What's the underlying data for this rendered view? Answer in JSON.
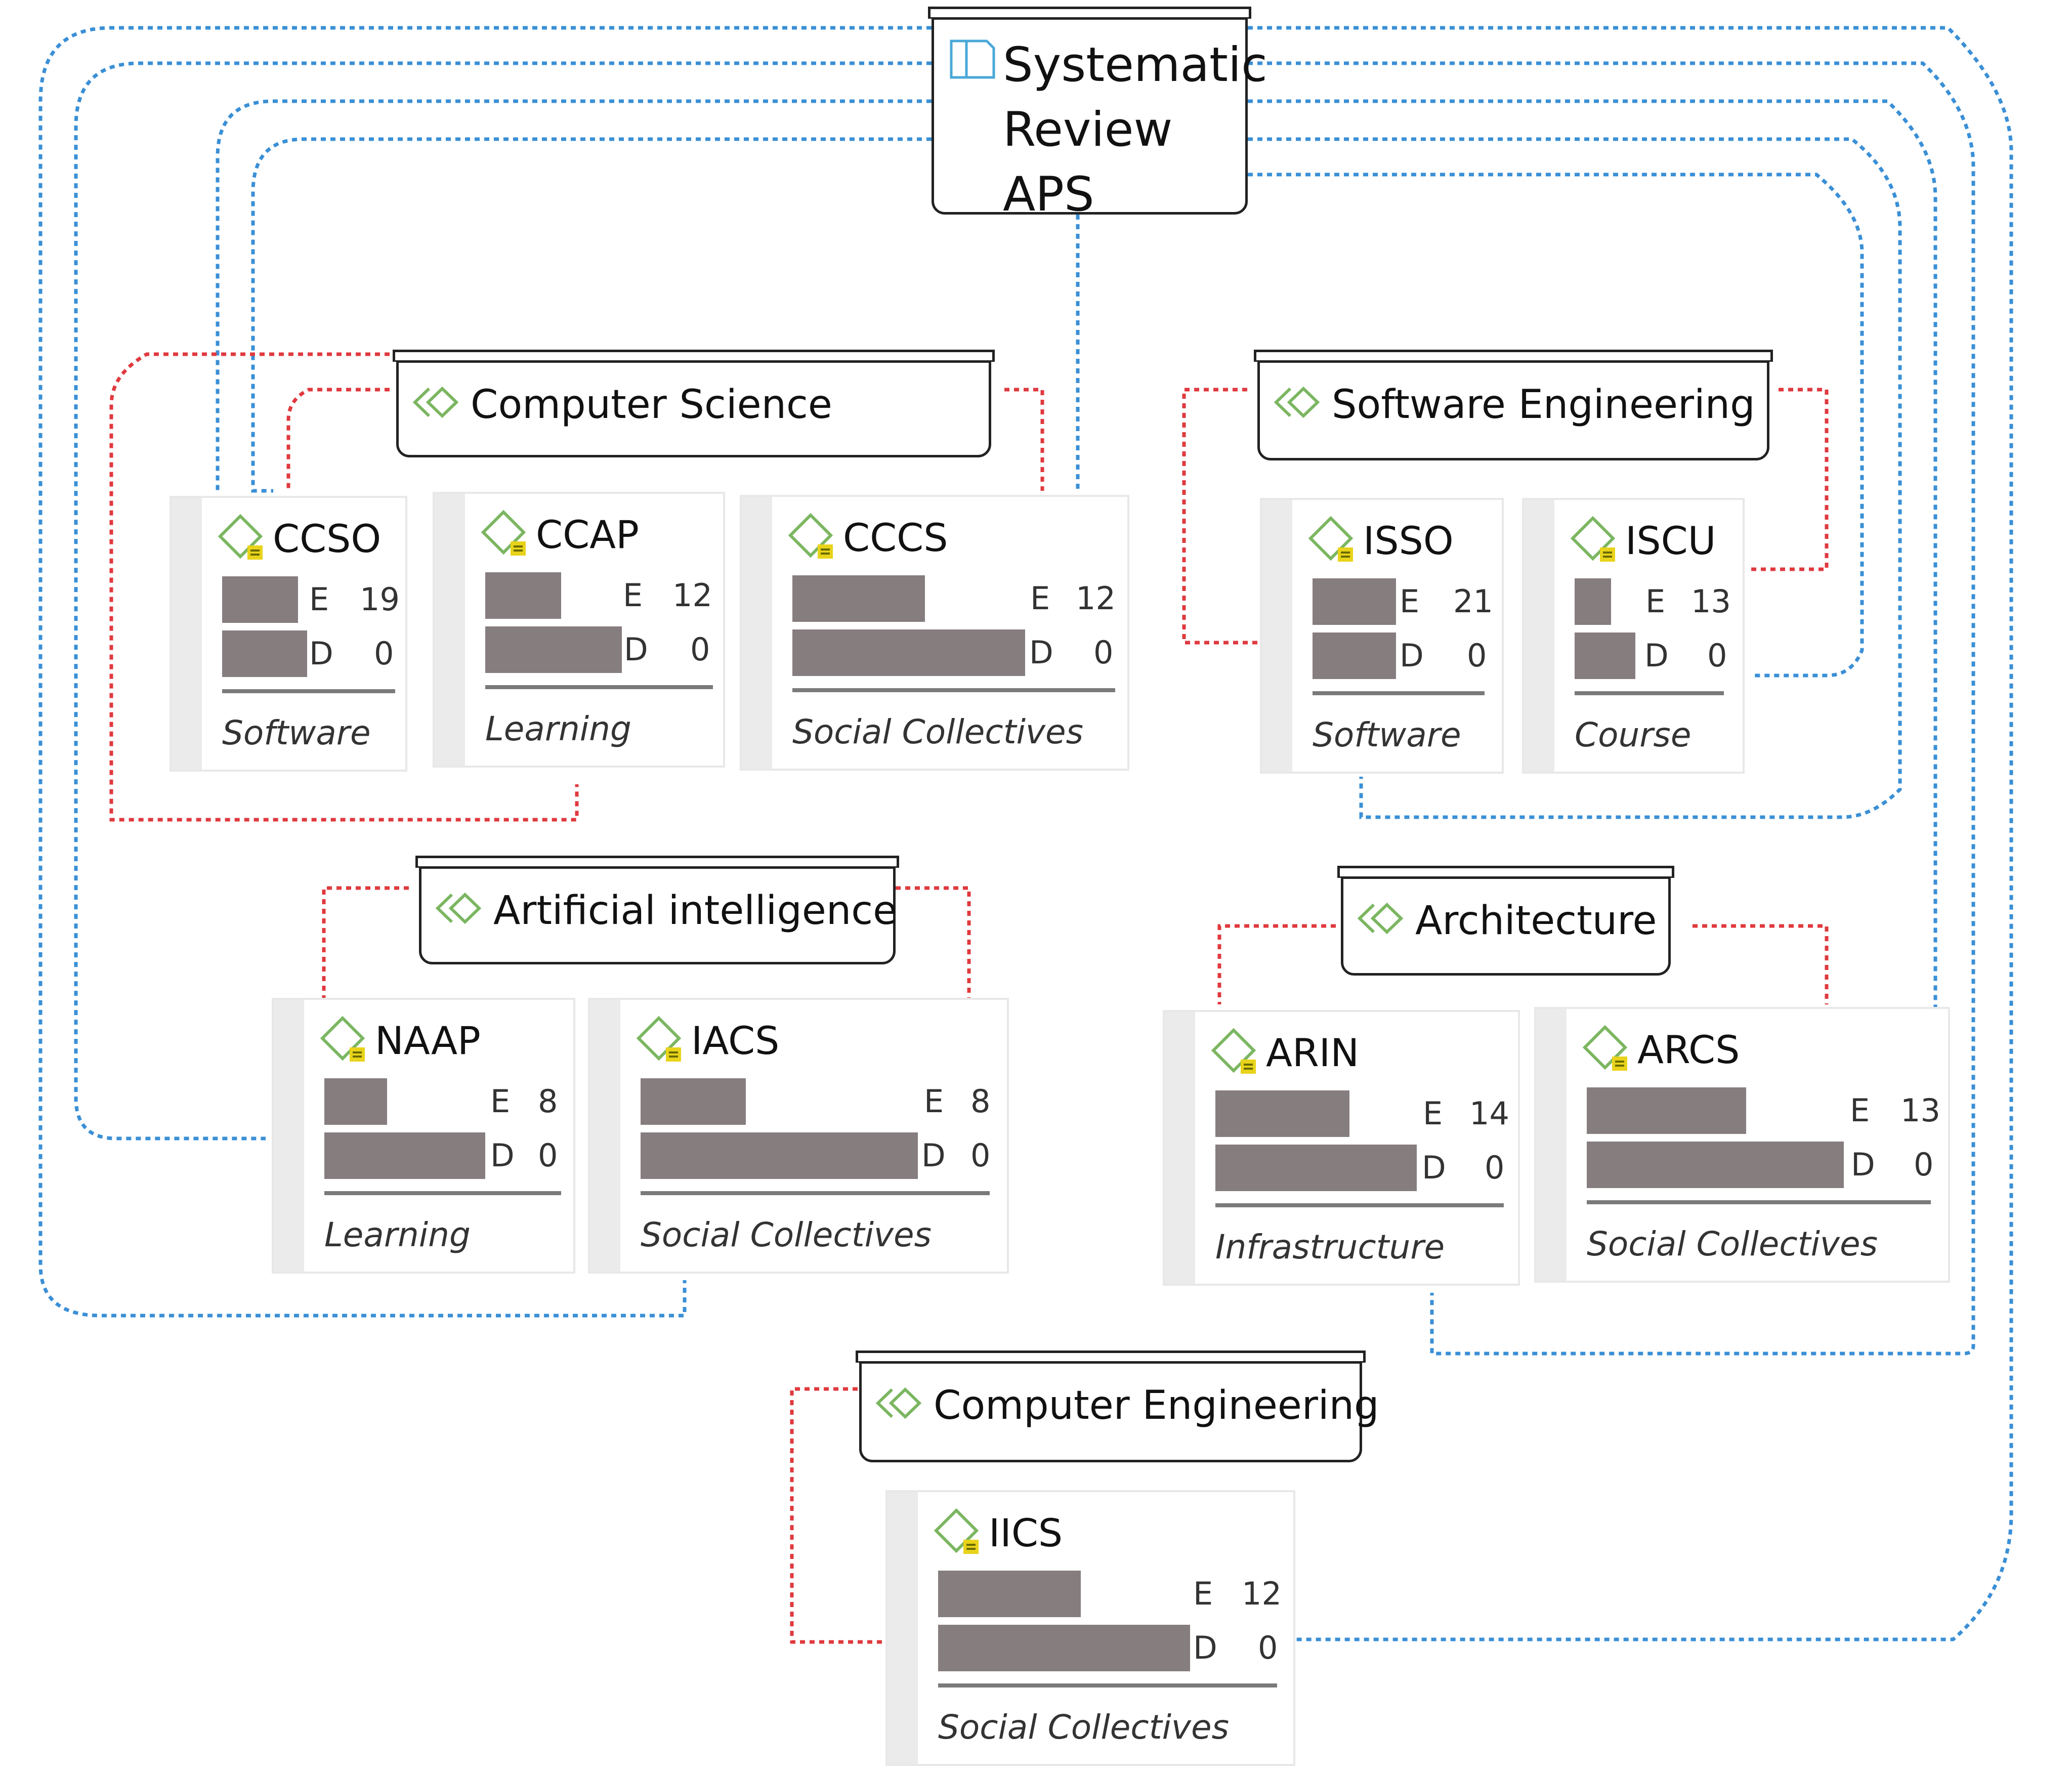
{
  "root": {
    "title_lines": [
      "Systematic",
      "Review",
      "APS"
    ],
    "icon": "document-icon"
  },
  "categories": [
    {
      "id": "cs",
      "label": "Computer Science",
      "icon": "category-icon"
    },
    {
      "id": "se",
      "label": "Software Engineering",
      "icon": "category-icon"
    },
    {
      "id": "ai",
      "label": "Artificial intelligence",
      "icon": "category-icon"
    },
    {
      "id": "ar",
      "label": "Architecture",
      "icon": "category-icon"
    },
    {
      "id": "ce",
      "label": "Computer Engineering",
      "icon": "category-icon"
    }
  ],
  "codes": [
    {
      "id": "ccso",
      "label": "CCSO",
      "e_label": "E",
      "e_value": "19",
      "d_label": "D",
      "d_value": "0",
      "group": "Software",
      "category": "cs"
    },
    {
      "id": "ccap",
      "label": "CCAP",
      "e_label": "E",
      "e_value": "12",
      "d_label": "D",
      "d_value": "0",
      "group": "Learning",
      "category": "cs"
    },
    {
      "id": "cccs",
      "label": "CCCS",
      "e_label": "E",
      "e_value": "12",
      "d_label": "D",
      "d_value": "0",
      "group": "Social Collectives",
      "category": "cs"
    },
    {
      "id": "isso",
      "label": "ISSO",
      "e_label": "E",
      "e_value": "21",
      "d_label": "D",
      "d_value": "0",
      "group": "Software",
      "category": "se"
    },
    {
      "id": "iscu",
      "label": "ISCU",
      "e_label": "E",
      "e_value": "13",
      "d_label": "D",
      "d_value": "0",
      "group": "Course",
      "category": "se"
    },
    {
      "id": "naap",
      "label": "NAAP",
      "e_label": "E",
      "e_value": "8",
      "d_label": "D",
      "d_value": "0",
      "group": "Learning",
      "category": "ai"
    },
    {
      "id": "iacs",
      "label": "IACS",
      "e_label": "E",
      "e_value": "8",
      "d_label": "D",
      "d_value": "0",
      "group": "Social Collectives",
      "category": "ai"
    },
    {
      "id": "arin",
      "label": "ARIN",
      "e_label": "E",
      "e_value": "14",
      "d_label": "D",
      "d_value": "0",
      "group": "Infrastructure",
      "category": "ar"
    },
    {
      "id": "arcs",
      "label": "ARCS",
      "e_label": "E",
      "e_value": "13",
      "d_label": "D",
      "d_value": "0",
      "group": "Social Collectives",
      "category": "ar"
    },
    {
      "id": "iics",
      "label": "IICS",
      "e_label": "E",
      "e_value": "12",
      "d_label": "D",
      "d_value": "0",
      "group": "Social Collectives",
      "category": "ce"
    }
  ],
  "colors": {
    "root_link": "#3a8fd6",
    "category_link": "#e0393e",
    "bar": "#867d7f",
    "category_icon": "#7bb661",
    "code_icon_outline": "#7bb661",
    "code_icon_badge": "#e8d31a",
    "root_icon": "#4aa8d8"
  }
}
